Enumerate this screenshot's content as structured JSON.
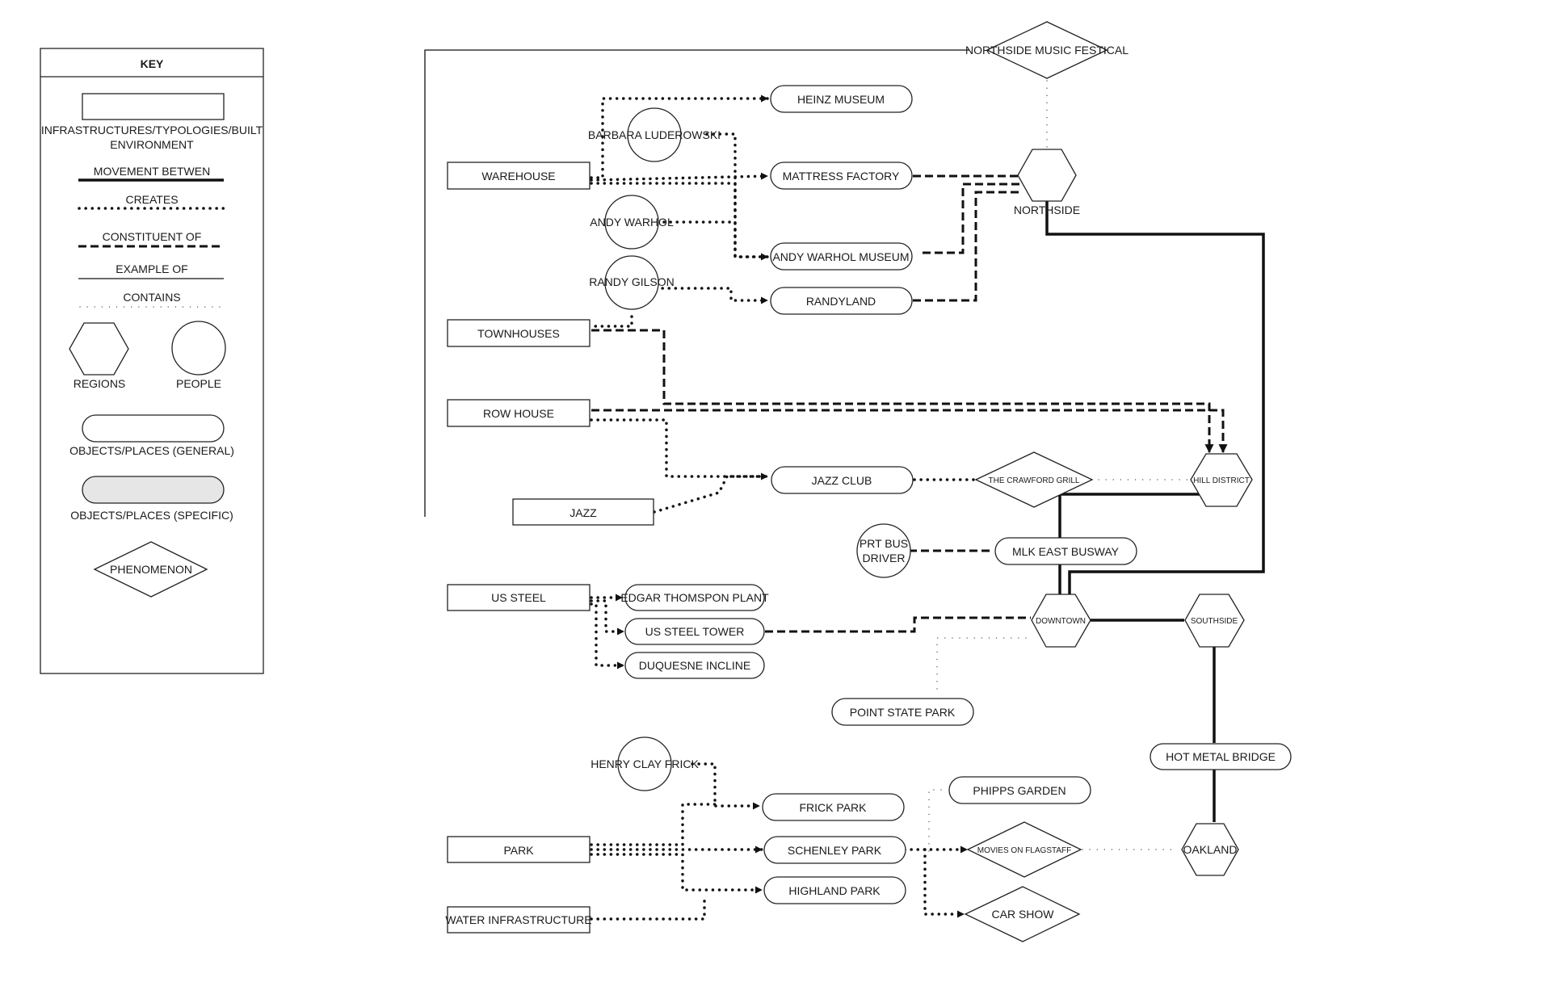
{
  "key": {
    "title": "KEY",
    "items": {
      "infrastructures_line1": "INFRASTRUCTURES/TYPOLOGIES/BUILT",
      "infrastructures_line2": "ENVIRONMENT",
      "movement": "MOVEMENT BETWEN",
      "creates": "CREATES",
      "constituent": "CONSTITUENT OF",
      "example": "EXAMPLE OF",
      "contains": "CONTAINS",
      "regions": "REGIONS",
      "people": "PEOPLE",
      "objects_general": "OBJECTS/PLACES (GENERAL)",
      "objects_specific": "OBJECTS/PLACES (SPECIFIC)",
      "phenomenon": "PHENOMENON"
    }
  },
  "nodes": {
    "northside_music_festival": "NORTHSIDE MUSIC FESTICAL",
    "heinz_museum": "HEINZ MUSEUM",
    "barbara": "BARBARA LUDEROWSKI",
    "warehouse": "WAREHOUSE",
    "mattress_factory": "MATTRESS FACTORY",
    "northside": "NORTHSIDE",
    "andy_warhol": "ANDY WARHOL",
    "andy_warhol_museum": "ANDY WARHOL MUSEUM",
    "randy_gilson": "RANDY GILSON",
    "randyland": "RANDYLAND",
    "townhouses": "TOWNHOUSES",
    "row_house": "ROW HOUSE",
    "jazz_club": "JAZZ CLUB",
    "crawford_grill": "THE CRAWFORD GRILL",
    "hill_district": "HILL DISTRICT",
    "jazz": "JAZZ",
    "prt_line1": "PRT BUS",
    "prt_line2": "DRIVER",
    "mlk_busway": "MLK EAST BUSWAY",
    "us_steel": "US STEEL",
    "edgar_thomson": "EDGAR THOMSPON PLANT",
    "us_steel_tower": "US STEEL TOWER",
    "duquesne_incline": "DUQUESNE INCLINE",
    "downtown": "DOWNTOWN",
    "southside": "SOUTHSIDE",
    "point_state_park": "POINT STATE PARK",
    "hot_metal_bridge": "HOT METAL BRIDGE",
    "henry_clay_frick": "HENRY CLAY FRICK",
    "frick_park": "FRICK PARK",
    "phipps_garden": "PHIPPS GARDEN",
    "park": "PARK",
    "schenley_park": "SCHENLEY PARK",
    "movies_on_flagstaff": "MOVIES ON FLAGSTAFF",
    "oakland": "OAKLAND",
    "highland_park": "HIGHLAND PARK",
    "water_infrastructure": "WATER INFRASTRUCTURE",
    "car_show": "CAR SHOW"
  },
  "colors": {
    "stroke": "#111111",
    "specific_fill": "#e6e6e6",
    "background": "#ffffff"
  }
}
